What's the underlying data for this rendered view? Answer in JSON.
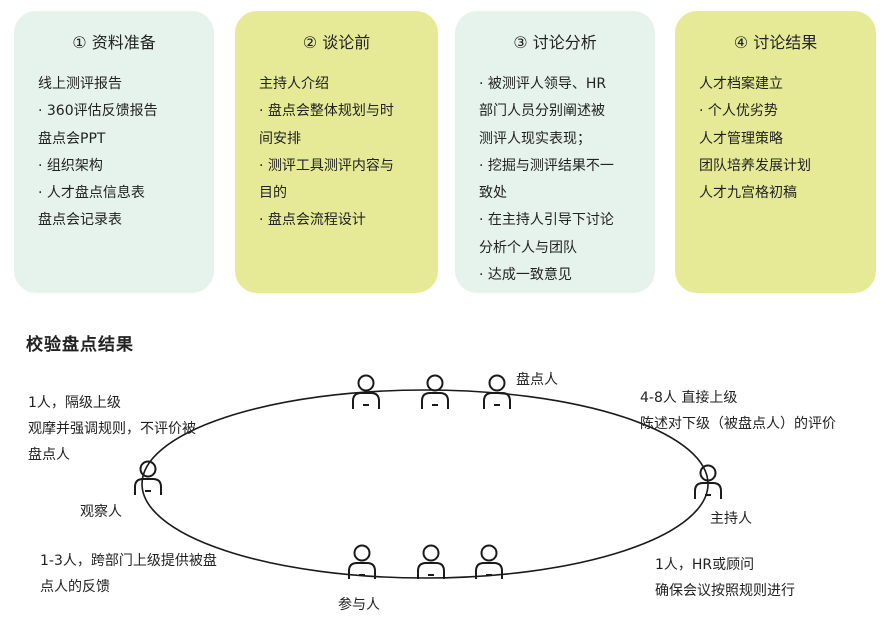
{
  "cards": [
    {
      "title": "① 资料准备",
      "items": [
        "线上测评报告",
        "· 360评估反馈报告",
        "盘点会PPT",
        "· 组织架构",
        "· 人才盘点信息表",
        "盘点会记录表"
      ]
    },
    {
      "title": "② 谈论前",
      "items": [
        "主持人介绍",
        "· 盘点会整体规划与时",
        "间安排",
        "· 测评工具测评内容与",
        "目的",
        "· 盘点会流程设计"
      ]
    },
    {
      "title": "③ 讨论分析",
      "items": [
        "· 被测评人领导、HR",
        "部门人员分别阐述被",
        "测评人现实表现；",
        "· 挖掘与测评结果不一",
        "致处",
        "· 在主持人引导下讨论",
        "分析个人与团队",
        "· 达成一致意见"
      ]
    },
    {
      "title": "④ 讨论结果",
      "items": [
        "人才档案建立",
        "· 个人优劣势",
        "人才管理策略",
        "团队培养发展计划",
        "人才九宫格初稿"
      ]
    }
  ],
  "section_title": "校验盘点结果",
  "roles": {
    "panel": {
      "label": "盘点人",
      "desc": [
        "4-8人 直接上级",
        "陈述对下级（被盘点人）的评价"
      ]
    },
    "observer": {
      "label": "观察人",
      "desc": [
        "1人，隔级上级",
        "观摩并强调规则，不评价被",
        "盘点人"
      ]
    },
    "host": {
      "label": "主持人",
      "desc": [
        "1人，HR或顾问",
        "确保会议按照规则进行"
      ]
    },
    "participant": {
      "label": "参与人",
      "desc": [
        "1-3人，跨部门上级提供被盘",
        "点人的反馈"
      ]
    }
  },
  "colors": {
    "mint": "#e6f3ec",
    "lime": "#e6ea97",
    "line": "#1a1a1a"
  }
}
